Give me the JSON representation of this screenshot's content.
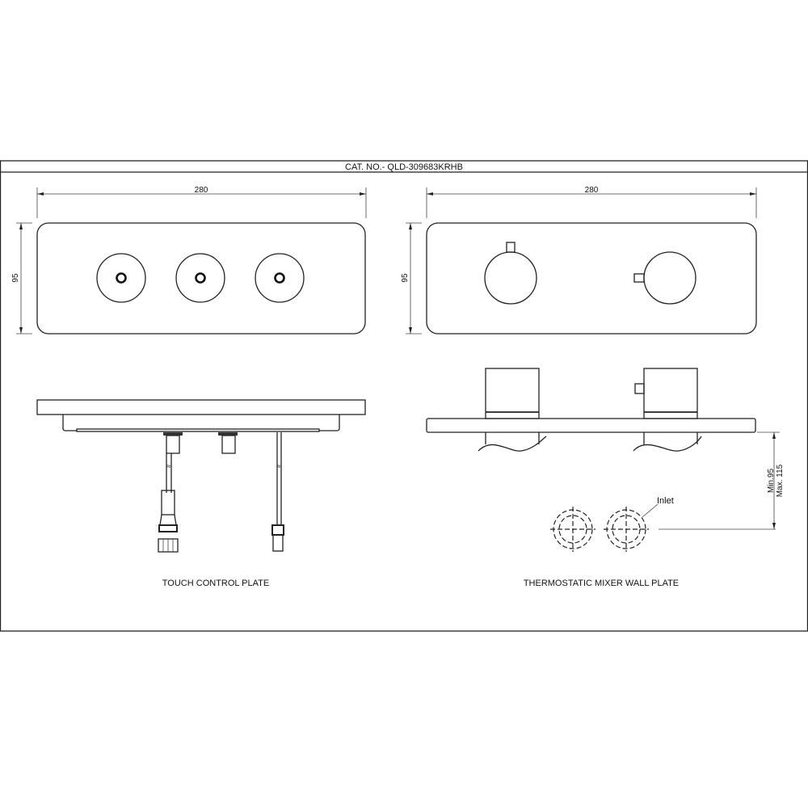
{
  "header": {
    "catalog_number": "CAT. NO.- QLD-309683KRHB"
  },
  "touch_control_plate": {
    "caption": "TOUCH CONTROL PLATE",
    "width_dim": "280",
    "height_dim": "95",
    "button_count": 3
  },
  "mixer_wall_plate": {
    "caption": "THERMOSTATIC MIXER WALL PLATE",
    "width_dim": "280",
    "height_dim": "95",
    "depth_min": "Min.95",
    "depth_max": "Max. 115",
    "inlet_label": "Inlet"
  }
}
